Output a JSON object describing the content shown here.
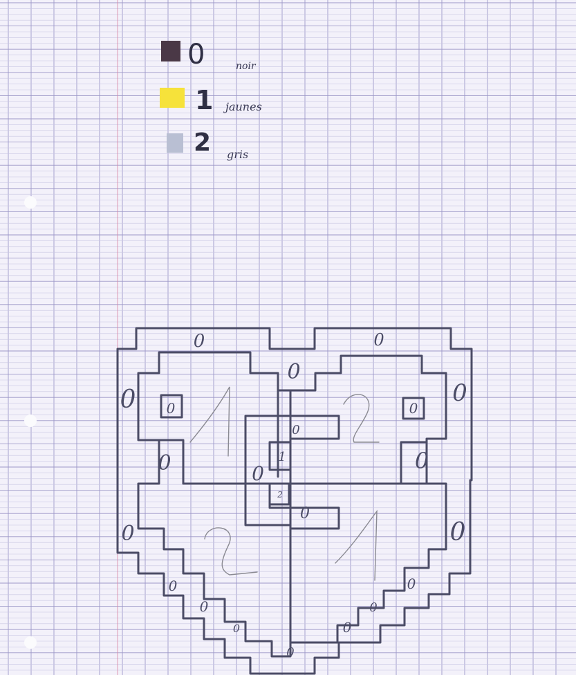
{
  "legend": [
    {
      "number": "0",
      "word": "noir",
      "color": "#4a3846"
    },
    {
      "number": "1",
      "word": "jaunes",
      "color": "#f6e23a"
    },
    {
      "number": "2",
      "word": "gris",
      "color": "#b9bfd3"
    }
  ],
  "cell_labels": {
    "zero": "0",
    "one": "1",
    "two": "2"
  },
  "colors": {
    "paper": "#f3f1fa",
    "grid_fine": "#c9c6e3",
    "grid_major": "#9d98c8",
    "margin_line": "#d98aa8",
    "ink": "#4b4c66",
    "pencil": "#8a8a92",
    "legend_text": "#2f2f44"
  }
}
